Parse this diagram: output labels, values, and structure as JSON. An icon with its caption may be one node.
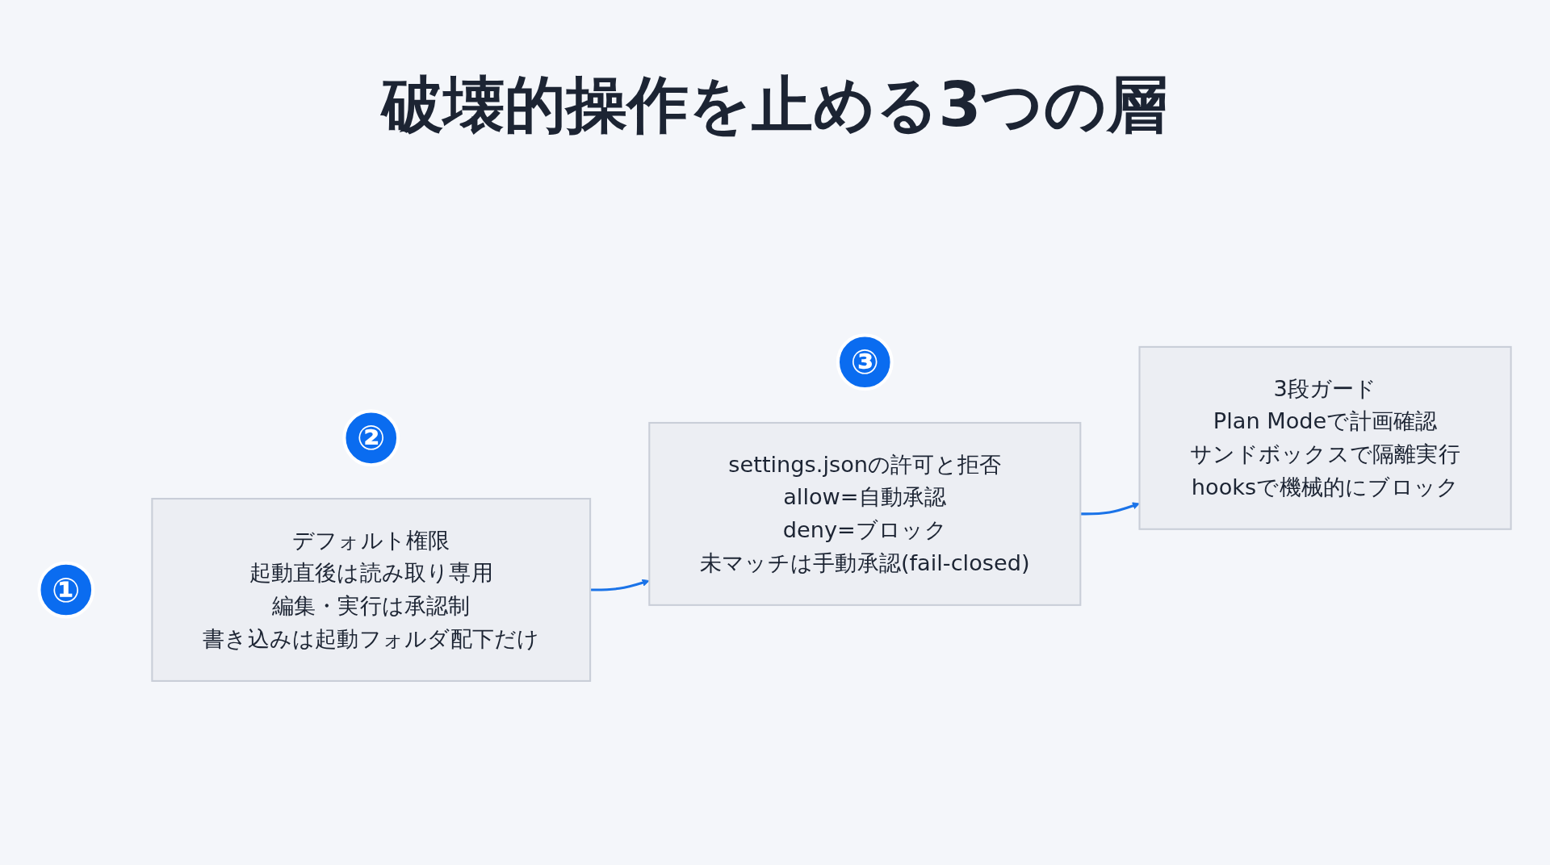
{
  "diagram": {
    "title": "破壊的操作を止める3つの層",
    "nodes": [
      {
        "text": [
          "①"
        ]
      },
      {
        "text": [
          "デフォルト権限",
          "起動直後は読み取り専用",
          "編集・実行は承認制",
          "書き込みは起動フォルダ配下だけ"
        ]
      },
      {
        "text": [
          "②"
        ]
      },
      {
        "text": [
          "settings.jsonの許可と拒否",
          "allow=自動承認",
          "deny=ブロック",
          "未マッチは手動承認(fail-closed)"
        ]
      },
      {
        "text": [
          "③"
        ]
      },
      {
        "text": [
          "3段ガード",
          "Plan Modeで計画確認",
          "サンドボックスで隔離実行",
          "hooksで機械的にブロック"
        ]
      }
    ],
    "edges": [
      {
        "from": 1,
        "to": 3,
        "arrow": "to"
      },
      {
        "from": 3,
        "to": 5,
        "arrow": "to"
      }
    ]
  }
}
